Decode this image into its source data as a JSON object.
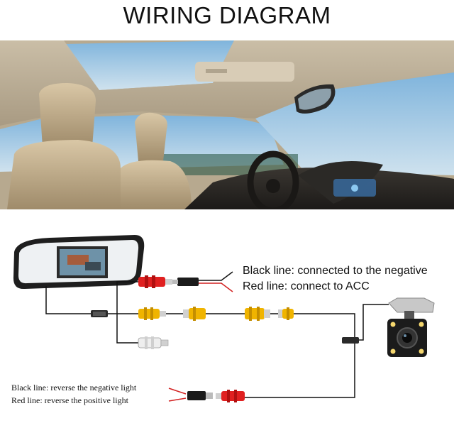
{
  "title": "WIRING DIAGRAM",
  "labels": {
    "power_black": "Black line: connected to the negative",
    "power_red": "Red line: connect to ACC",
    "reverse_black": "Black line: reverse the negative light",
    "reverse_red": "Red line: reverse the positive light"
  },
  "colors": {
    "wire": "#111111",
    "red_wire": "#d22020",
    "rca_yellow": "#f0b400",
    "rca_red": "#e02020",
    "rca_white": "#eeeeee"
  },
  "icons": [
    "car-interior-photo",
    "rearview-mirror-monitor-icon",
    "backup-camera-icon"
  ]
}
